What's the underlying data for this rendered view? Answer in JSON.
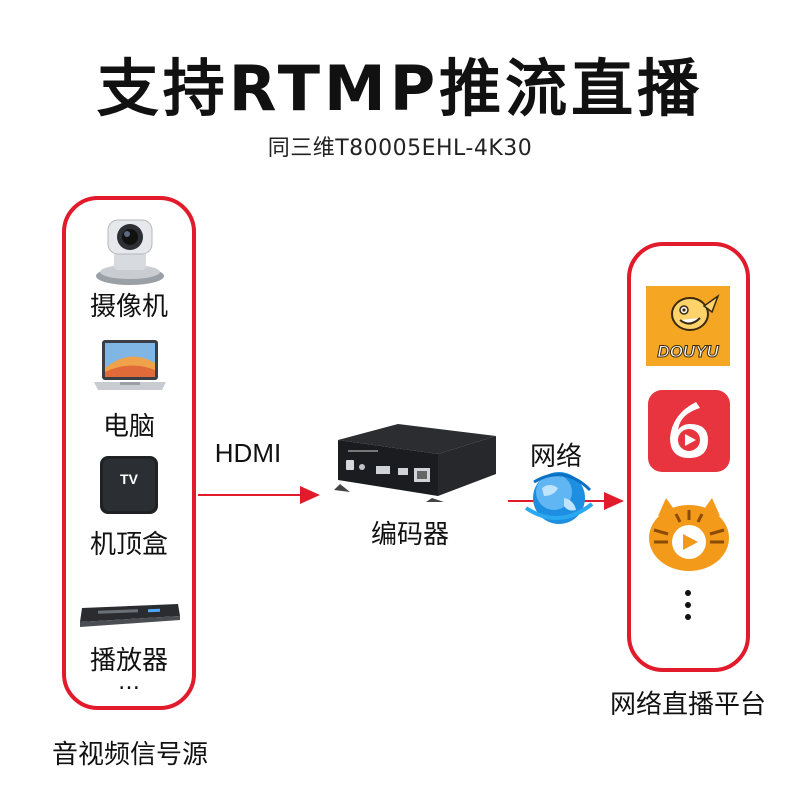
{
  "header": {
    "title": "支持RTMP推流直播",
    "subtitle": "同三维T80005EHL-4K30"
  },
  "sources": {
    "group_label": "音视频信号源",
    "items": [
      {
        "label": "摄像机",
        "icon": "ptz-camera-icon"
      },
      {
        "label": "电脑",
        "icon": "laptop-icon"
      },
      {
        "label": "机顶盒",
        "icon": "tv-box-icon"
      },
      {
        "label": "播放器",
        "icon": "dvd-player-icon"
      }
    ],
    "more": "…",
    "tvbox_text": "TV"
  },
  "links": {
    "hdmi": "HDMI",
    "network": "网络"
  },
  "encoder": {
    "label": "编码器",
    "icon": "encoder-device-icon"
  },
  "platforms": {
    "group_label": "网络直播平台",
    "items": [
      {
        "name": "douyu",
        "icon": "douyu-logo-icon",
        "text": "DOUYU"
      },
      {
        "name": "kuaishou-6",
        "icon": "six-logo-icon"
      },
      {
        "name": "huya",
        "icon": "huya-logo-icon"
      }
    ]
  },
  "colors": {
    "accent": "#e11b2b",
    "douyu_bg": "#f5a623",
    "six_bg": "#e8343e",
    "huya_orange": "#f39a1b",
    "globe_blue": "#1e8fe0"
  }
}
